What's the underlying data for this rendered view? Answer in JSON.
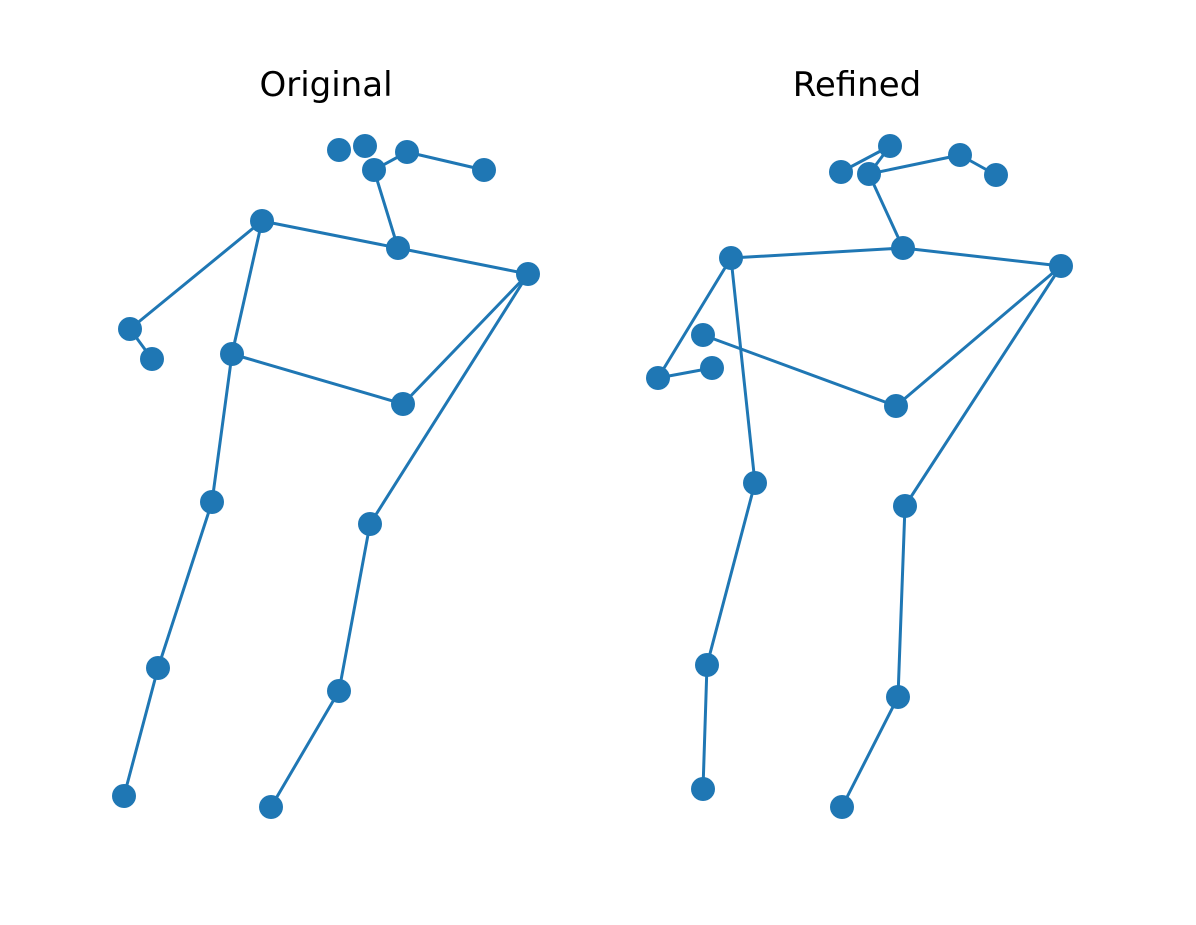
{
  "style": {
    "color": "#1f77b4"
  },
  "panels": [
    {
      "title": "Original",
      "joints": [
        [
          339,
          150
        ],
        [
          365,
          146
        ],
        [
          407,
          152
        ],
        [
          374,
          170
        ],
        [
          484,
          170
        ],
        [
          262,
          221
        ],
        [
          398,
          248
        ],
        [
          528,
          274
        ],
        [
          130,
          329
        ],
        [
          152,
          359
        ],
        [
          232,
          354
        ],
        [
          403,
          404
        ],
        [
          212,
          502
        ],
        [
          370,
          524
        ],
        [
          158,
          668
        ],
        [
          339,
          691
        ],
        [
          124,
          796
        ],
        [
          271,
          807
        ]
      ],
      "bones": [
        [
          2,
          4
        ],
        [
          2,
          3
        ],
        [
          3,
          6
        ],
        [
          5,
          6
        ],
        [
          6,
          7
        ],
        [
          5,
          8
        ],
        [
          8,
          9
        ],
        [
          5,
          10
        ],
        [
          10,
          11
        ],
        [
          11,
          7
        ],
        [
          10,
          12
        ],
        [
          12,
          14
        ],
        [
          14,
          16
        ],
        [
          7,
          13
        ],
        [
          13,
          15
        ],
        [
          15,
          17
        ]
      ]
    },
    {
      "title": "Refined",
      "joints": [
        [
          841,
          172
        ],
        [
          890,
          146
        ],
        [
          960,
          155
        ],
        [
          869,
          174
        ],
        [
          996,
          175
        ],
        [
          731,
          258
        ],
        [
          903,
          248
        ],
        [
          1061,
          266
        ],
        [
          703,
          335
        ],
        [
          712,
          368
        ],
        [
          658,
          378
        ],
        [
          896,
          406
        ],
        [
          755,
          483
        ],
        [
          905,
          506
        ],
        [
          707,
          665
        ],
        [
          898,
          697
        ],
        [
          703,
          789
        ],
        [
          842,
          807
        ]
      ],
      "bones": [
        [
          0,
          1
        ],
        [
          1,
          3
        ],
        [
          3,
          2
        ],
        [
          2,
          4
        ],
        [
          3,
          6
        ],
        [
          5,
          6
        ],
        [
          6,
          7
        ],
        [
          5,
          10
        ],
        [
          10,
          9
        ],
        [
          8,
          11
        ],
        [
          11,
          7
        ],
        [
          5,
          12
        ],
        [
          12,
          14
        ],
        [
          14,
          16
        ],
        [
          7,
          13
        ],
        [
          13,
          15
        ],
        [
          15,
          17
        ]
      ]
    }
  ]
}
